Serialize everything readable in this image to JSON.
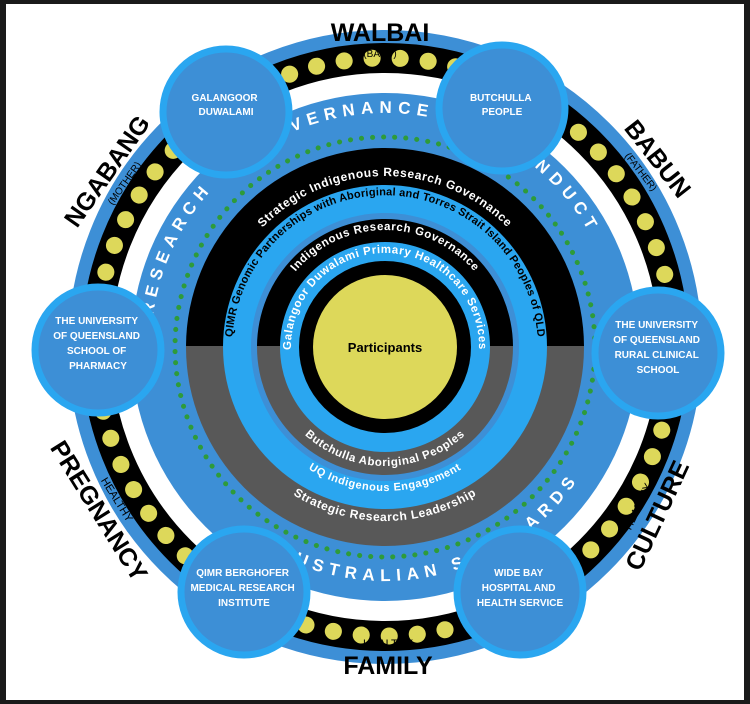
{
  "center": {
    "label": "Participants"
  },
  "rings": {
    "primary_healthcare": "Galangoor Duwalami Primary Healthcare Services",
    "indigenous_research_governance": "Indigenous Research Governance",
    "butchulla_peoples": "Butchulla Aboriginal Peoples",
    "qimr_partnerships": "QIMR Genomic Partnerships with Aboriginal and Torres Strait Island Peoples of QLD",
    "uq_engagement": "UQ Indigenous Engagement",
    "strategic_governance": "Strategic Indigenous Research Governance",
    "strategic_leadership": "Strategic Research Leadership",
    "outer_top": "GOVERNANCE AND CONDUCT",
    "outer_left": "RESEARCH",
    "outer_bottom": "AUSTRALIAN STANDARDS"
  },
  "partners": {
    "galangoor": [
      "GALANGOOR",
      "DUWALAMI"
    ],
    "butchulla": [
      "BUTCHULLA",
      "PEOPLE"
    ],
    "uq_pharmacy": [
      "THE UNIVERSITY",
      "OF QUEENSLAND",
      "SCHOOL OF",
      "PHARMACY"
    ],
    "uq_rural": [
      "THE UNIVERSITY",
      "OF QUEENSLAND",
      "RURAL CLINICAL",
      "SCHOOL"
    ],
    "qimr": [
      "QIMR BERGHOFER",
      "MEDICAL RESEARCH",
      "INSTITUTE"
    ],
    "widebay": [
      "WIDE BAY",
      "HOSPITAL AND",
      "HEALTH SERVICE"
    ]
  },
  "themes": {
    "walbai": {
      "word": "WALBAI",
      "sub": "(BABY)"
    },
    "babun": {
      "word": "BABUN",
      "sub": "(FATHER)"
    },
    "ngabang": {
      "word": "NGABANG",
      "sub": "(MOTHER)"
    },
    "family": {
      "word": "FAMILY",
      "sub": "HEALTHY"
    },
    "culture": {
      "word": "CULTURE",
      "sub": "HEALTHY"
    },
    "pregnancy": {
      "word": "PREGNANCY",
      "sub": "HEALTHY"
    }
  },
  "colors": {
    "ring_blue": "#3d8fd6",
    "bright_blue": "#2aa6f0",
    "dark_gray": "#585858",
    "yellow": "#ddd85a",
    "black": "#000000",
    "green": "#2e9b3a"
  }
}
